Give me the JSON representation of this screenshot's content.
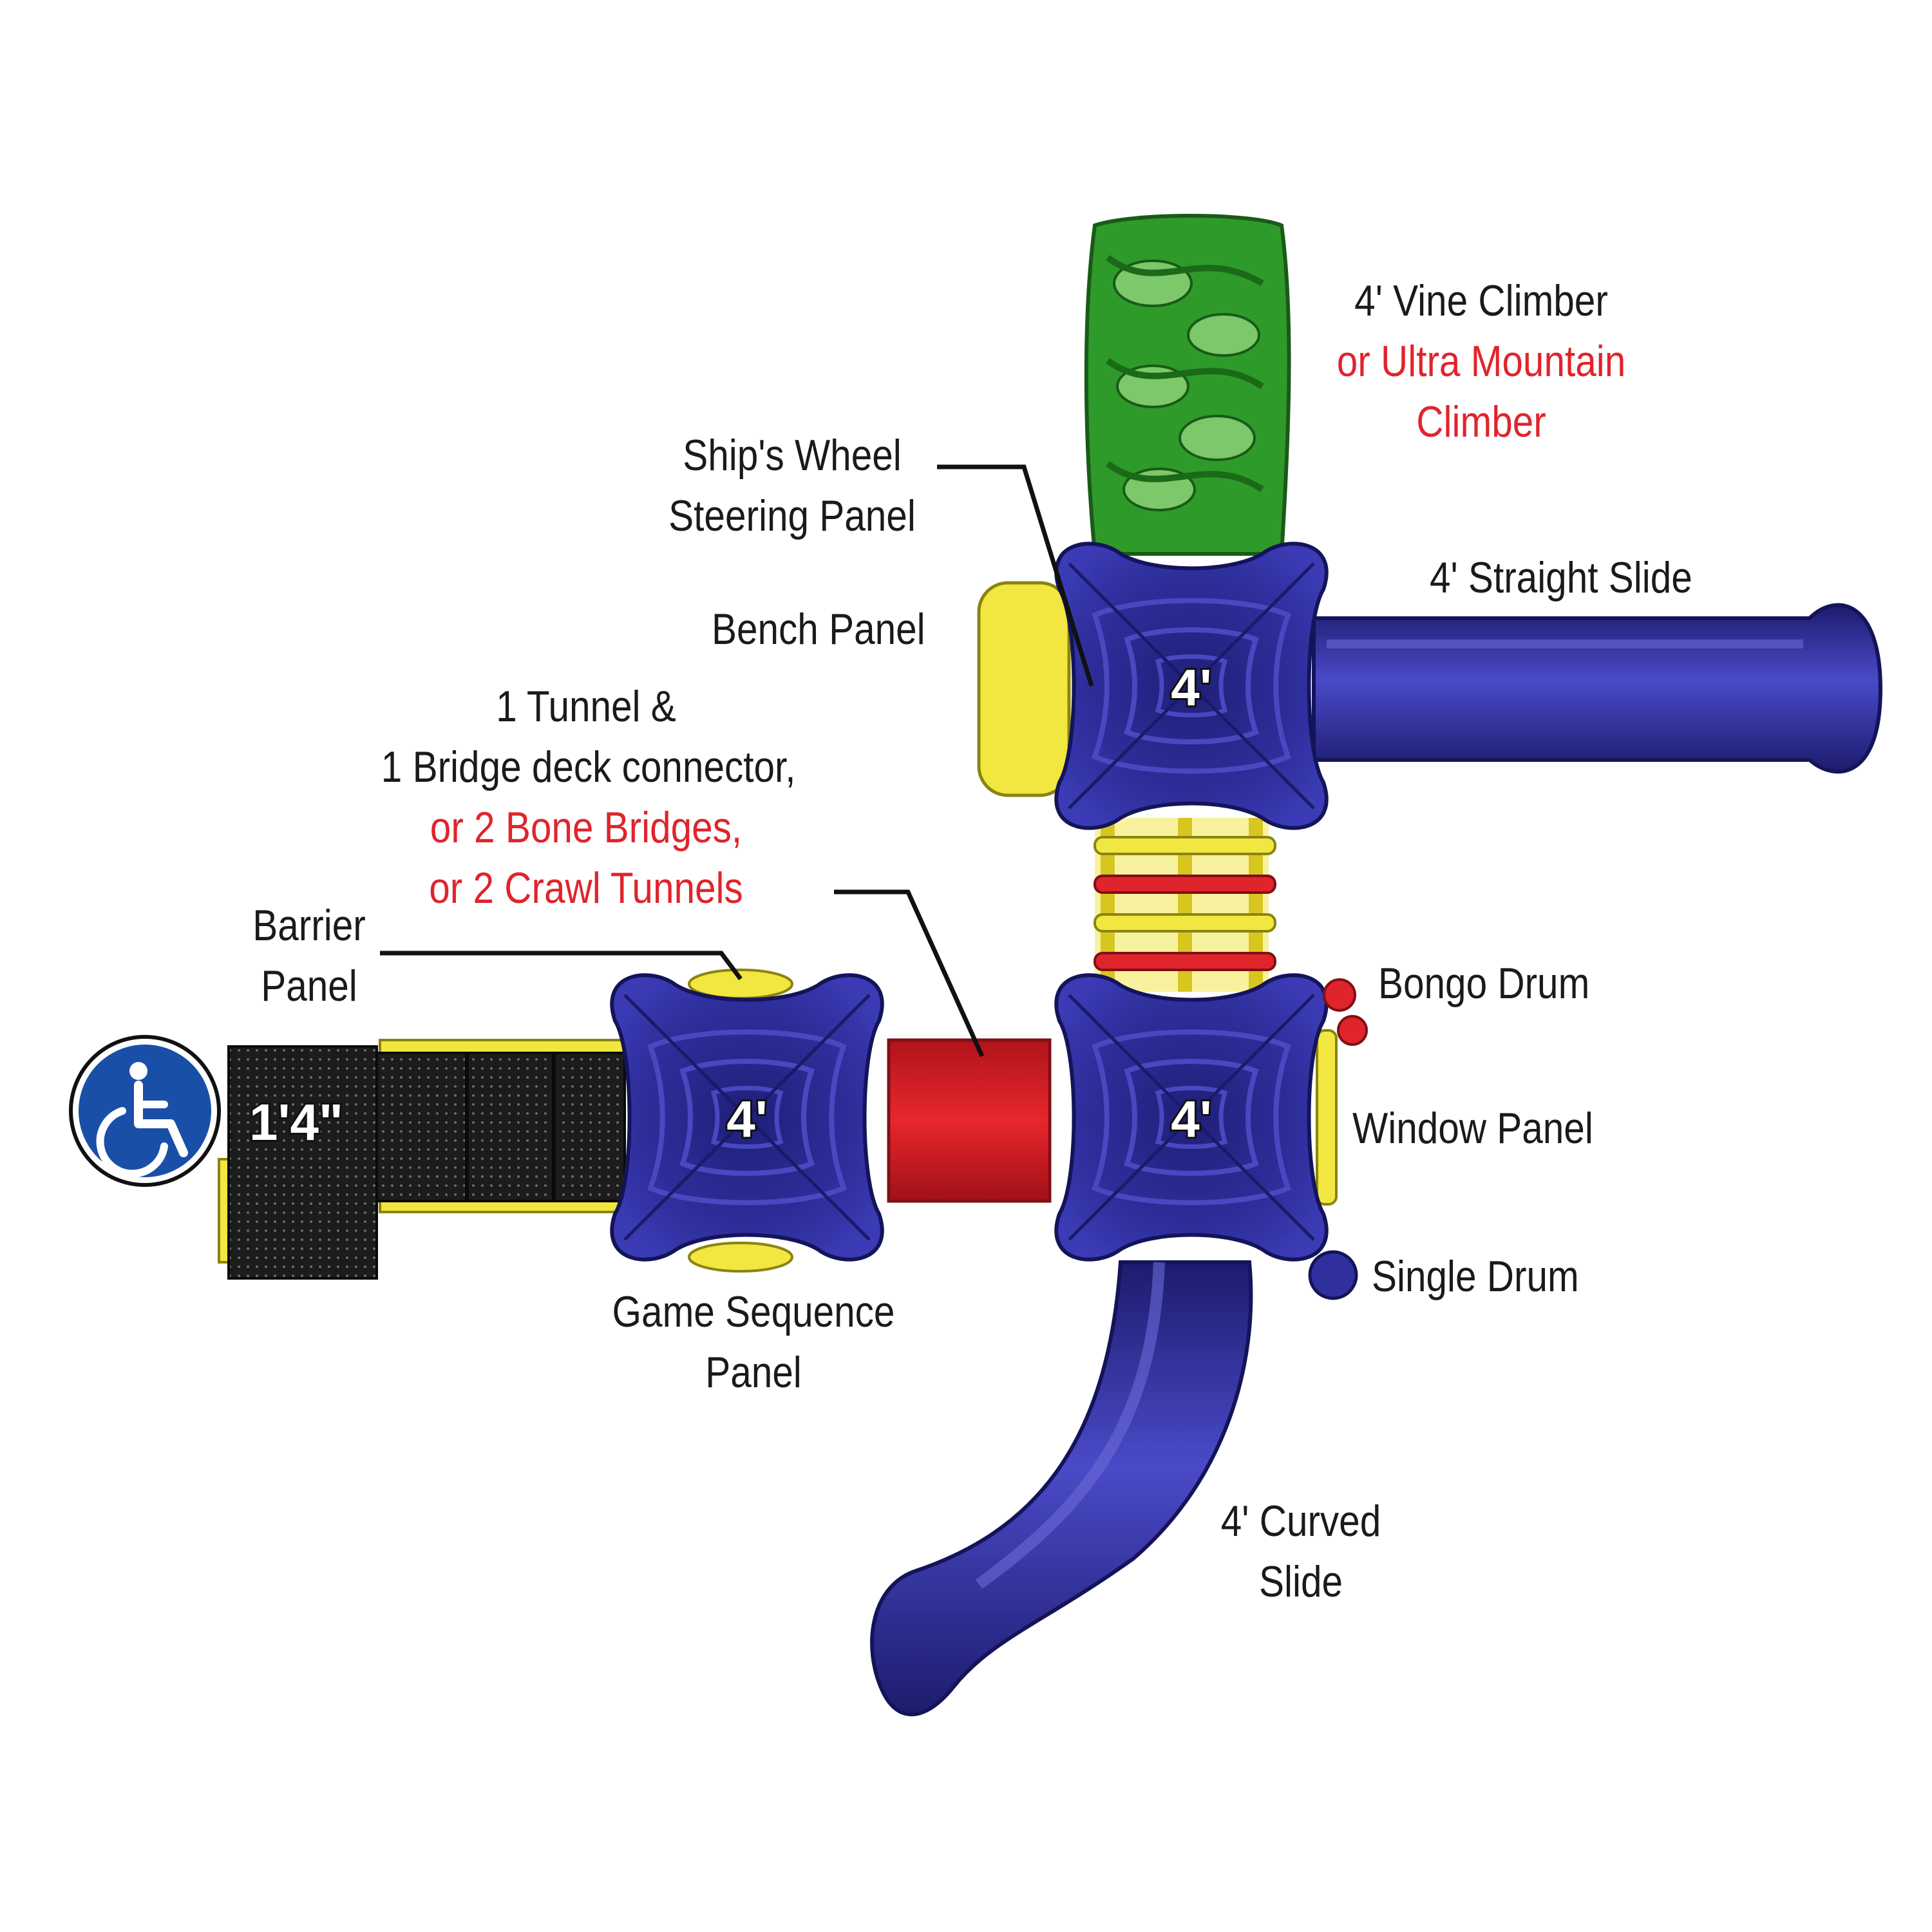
{
  "colors": {
    "deck_blue": "#2f2f9e",
    "deck_blue_dark": "#1c1c6e",
    "climber_green": "#2e9a2a",
    "accent_red": "#e0242c",
    "accent_yellow": "#f2e640",
    "ramp_black": "#1a1a1a",
    "label_red": "#e0242c"
  },
  "icons": {
    "accessibility": "wheelchair-icon"
  },
  "decks": [
    {
      "id": "upper",
      "height_label": "4'"
    },
    {
      "id": "lower-right",
      "height_label": "4'"
    },
    {
      "id": "lower-left",
      "height_label": "4'"
    }
  ],
  "ramp": {
    "height_label": "1'4\""
  },
  "labels": {
    "vine_climber": {
      "line1": "4' Vine Climber",
      "alt1": "or Ultra Mountain",
      "alt2": "Climber"
    },
    "ships_wheel": {
      "line1": "Ship's Wheel",
      "line2": "Steering Panel"
    },
    "straight_slide": {
      "line1": "4' Straight Slide"
    },
    "bench_panel": {
      "line1": "Bench Panel"
    },
    "connector": {
      "line1": "1 Tunnel &",
      "line2": "1 Bridge deck connector,",
      "alt1": "or 2 Bone Bridges,",
      "alt2": "or 2 Crawl Tunnels"
    },
    "barrier_panel": {
      "line1": "Barrier",
      "line2": "Panel"
    },
    "bongo_drum": {
      "line1": "Bongo Drum"
    },
    "window_panel": {
      "line1": "Window Panel"
    },
    "single_drum": {
      "line1": "Single Drum"
    },
    "game_sequence": {
      "line1": "Game Sequence",
      "line2": "Panel"
    },
    "curved_slide": {
      "line1": "4' Curved",
      "line2": "Slide"
    }
  }
}
